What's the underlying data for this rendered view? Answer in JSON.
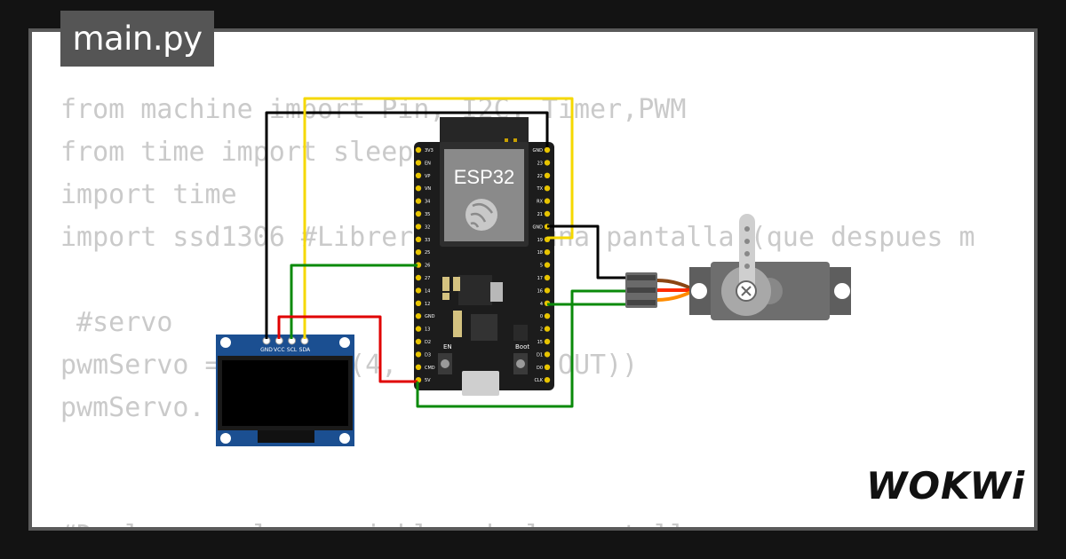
{
  "tab": {
    "title": "main.py"
  },
  "code_lines": [
    "from machine import Pin, I2C, Timer,PWM",
    "from time import sleep",
    "import time",
    "import ssd1306 #Libreria para una pantalla (que despues m",
    "",
    " #servo",
    "pwmServo = PWM(Pin(4, mode=Pin.OUT))",
    "pwmServo.",
    "",
    "",
    "#Declaramos las variables de la pantalla"
  ],
  "components": {
    "esp32": {
      "label": "ESP32",
      "left_pins": [
        "3V3",
        "EN",
        "VP",
        "VN",
        "34",
        "35",
        "32",
        "33",
        "25",
        "26",
        "27",
        "14",
        "12",
        "GND",
        "13",
        "D2",
        "D3",
        "CMD",
        "5V"
      ],
      "right_pins": [
        "GND",
        "23",
        "22",
        "TX",
        "RX",
        "21",
        "GND",
        "19",
        "18",
        "5",
        "17",
        "16",
        "4",
        "0",
        "2",
        "15",
        "D1",
        "D0",
        "CLK"
      ],
      "button_left": "EN",
      "button_right": "Boot"
    },
    "oled": {
      "pins": [
        "GND",
        "VCC",
        "SCL",
        "SDA"
      ]
    }
  },
  "brand": "WOKWi",
  "colors": {
    "background": "#131313",
    "canvas": "#ffffff",
    "tab": "#555555",
    "code_text": "#cacaca",
    "wire_black": "#000000",
    "wire_yellow": "#f5d800",
    "wire_green": "#0a8a0a",
    "wire_red": "#e00000",
    "oled_board": "#1b4f91",
    "servo_body": "#6a6a6a"
  }
}
